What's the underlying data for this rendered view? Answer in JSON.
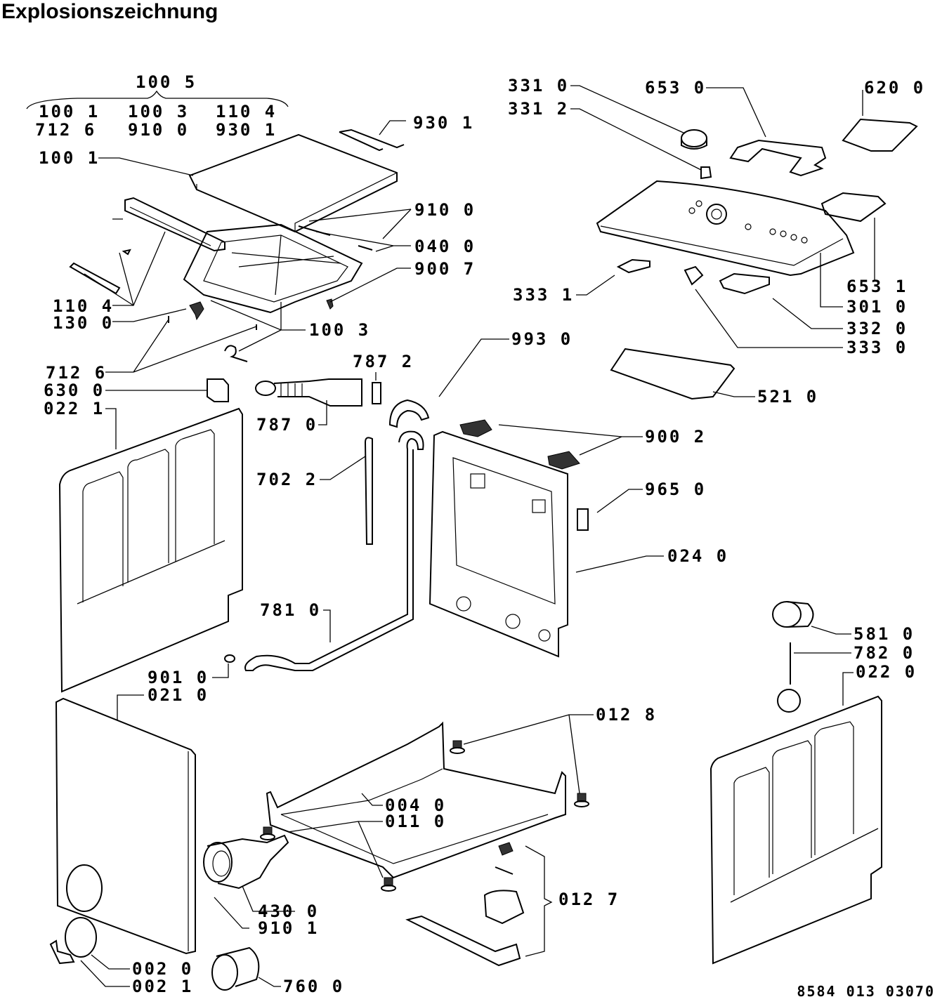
{
  "title": "Explosionszeichnung",
  "document_number": "8584 013 03070",
  "group_header": {
    "label": "100 5",
    "members_row1": [
      "100 1",
      "100 3",
      "110 4"
    ],
    "members_row2": [
      "712 6",
      "910 0",
      "930 1"
    ]
  },
  "callouts": [
    {
      "id": "100_1",
      "label": "100 1"
    },
    {
      "id": "930_1",
      "label": "930 1"
    },
    {
      "id": "910_0",
      "label": "910 0"
    },
    {
      "id": "040_0",
      "label": "040 0"
    },
    {
      "id": "900_7",
      "label": "900 7"
    },
    {
      "id": "110_4",
      "label": "110 4"
    },
    {
      "id": "130_0",
      "label": "130 0"
    },
    {
      "id": "100_3",
      "label": "100 3"
    },
    {
      "id": "712_6",
      "label": "712 6"
    },
    {
      "id": "630_0",
      "label": "630 0"
    },
    {
      "id": "022_1",
      "label": "022 1"
    },
    {
      "id": "787_2",
      "label": "787 2"
    },
    {
      "id": "787_0",
      "label": "787 0"
    },
    {
      "id": "702_2",
      "label": "702 2"
    },
    {
      "id": "781_0",
      "label": "781 0"
    },
    {
      "id": "901_0",
      "label": "901 0"
    },
    {
      "id": "021_0",
      "label": "021 0"
    },
    {
      "id": "331_0",
      "label": "331 0"
    },
    {
      "id": "331_2",
      "label": "331 2"
    },
    {
      "id": "653_0",
      "label": "653 0"
    },
    {
      "id": "620_0",
      "label": "620 0"
    },
    {
      "id": "333_1",
      "label": "333 1"
    },
    {
      "id": "653_1",
      "label": "653 1"
    },
    {
      "id": "301_0",
      "label": "301 0"
    },
    {
      "id": "332_0",
      "label": "332 0"
    },
    {
      "id": "333_0",
      "label": "333 0"
    },
    {
      "id": "993_0",
      "label": "993 0"
    },
    {
      "id": "521_0",
      "label": "521 0"
    },
    {
      "id": "900_2",
      "label": "900 2"
    },
    {
      "id": "965_0",
      "label": "965 0"
    },
    {
      "id": "024_0",
      "label": "024 0"
    },
    {
      "id": "581_0",
      "label": "581 0"
    },
    {
      "id": "782_0",
      "label": "782 0"
    },
    {
      "id": "022_0",
      "label": "022 0"
    },
    {
      "id": "012_8",
      "label": "012 8"
    },
    {
      "id": "004_0",
      "label": "004 0"
    },
    {
      "id": "011_0",
      "label": "011 0"
    },
    {
      "id": "012_7",
      "label": "012 7"
    },
    {
      "id": "430_0",
      "label": "430 0"
    },
    {
      "id": "910_1",
      "label": "910 1"
    },
    {
      "id": "002_0",
      "label": "002 0"
    },
    {
      "id": "002_1",
      "label": "002 1"
    },
    {
      "id": "760_0",
      "label": "760 0"
    }
  ]
}
